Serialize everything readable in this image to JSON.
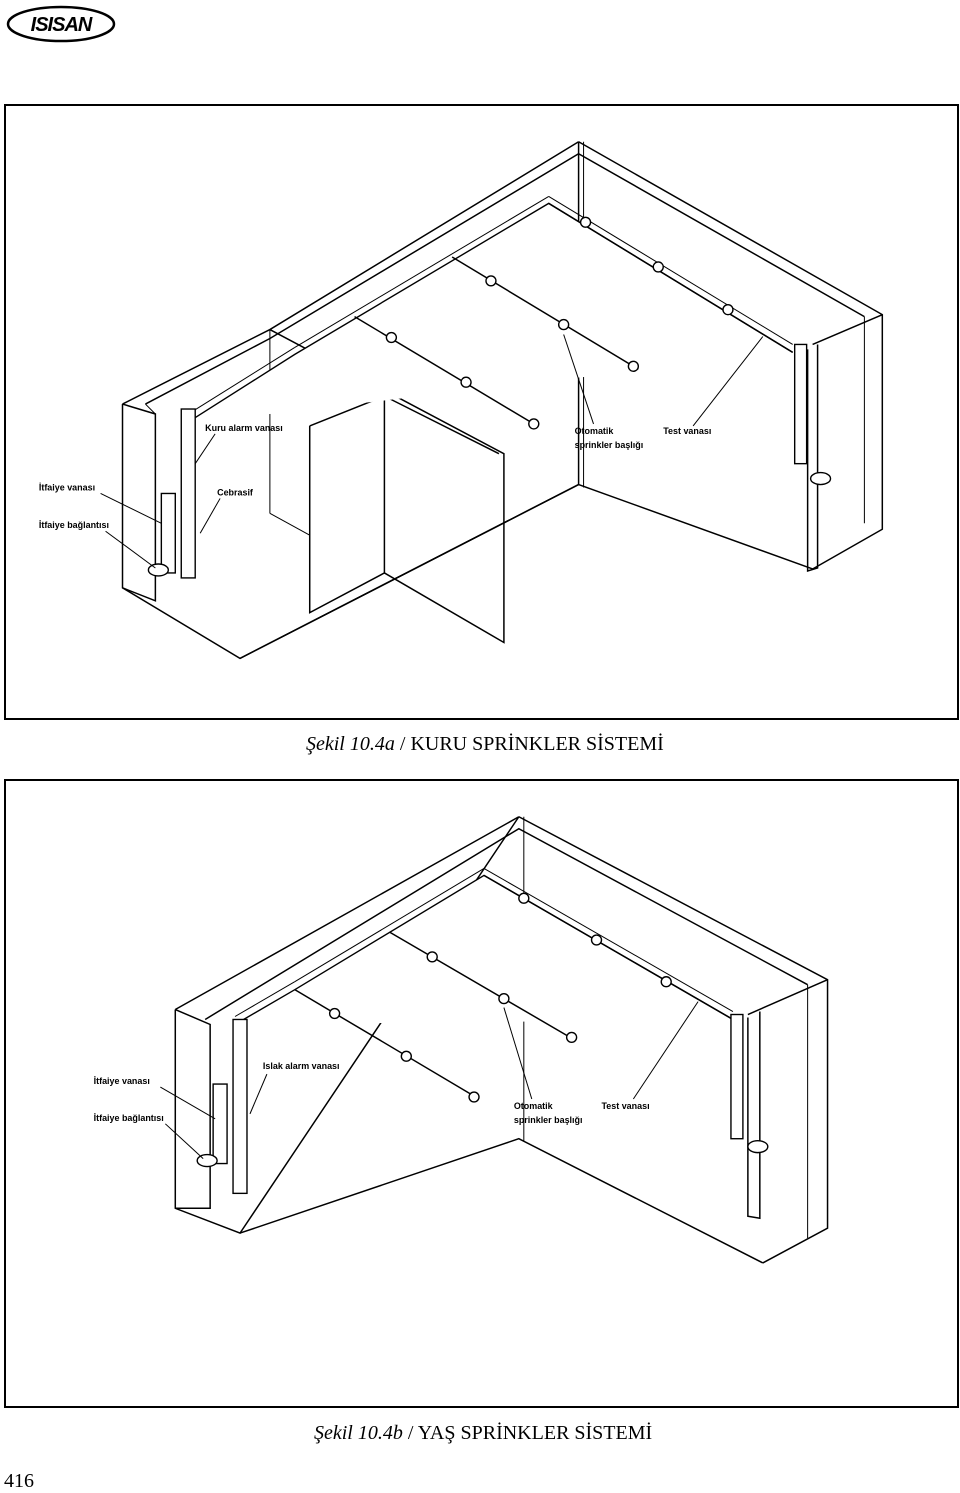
{
  "logo": {
    "text": "ISISAN"
  },
  "figure_a": {
    "caption_fig": "Şekil 10.4a",
    "caption_sep": " / ",
    "caption_title": "KURU SPRİNKLER SİSTEMİ",
    "labels": {
      "alarm_valve": "Kuru alarm vanası",
      "accelerator": "Cebrasif",
      "fire_valve": "İtfaiye vanası",
      "fire_connection": "İtfaiye bağlantısı",
      "sprinkler_head_1": "Otomatik",
      "sprinkler_head_2": "sprinkler başlığı",
      "test_valve": "Test vanası"
    }
  },
  "figure_b": {
    "caption_fig": "Şekil 10.4b",
    "caption_sep": " / ",
    "caption_title": "YAŞ SPRİNKLER SİSTEMİ",
    "labels": {
      "alarm_valve": "Islak alarm vanası",
      "fire_valve": "İtfaiye vanası",
      "fire_connection": "İtfaiye bağlantısı",
      "sprinkler_head_1": "Otomatik",
      "sprinkler_head_2": "sprinkler başlığı",
      "test_valve": "Test vanası"
    }
  },
  "page_number": "416"
}
